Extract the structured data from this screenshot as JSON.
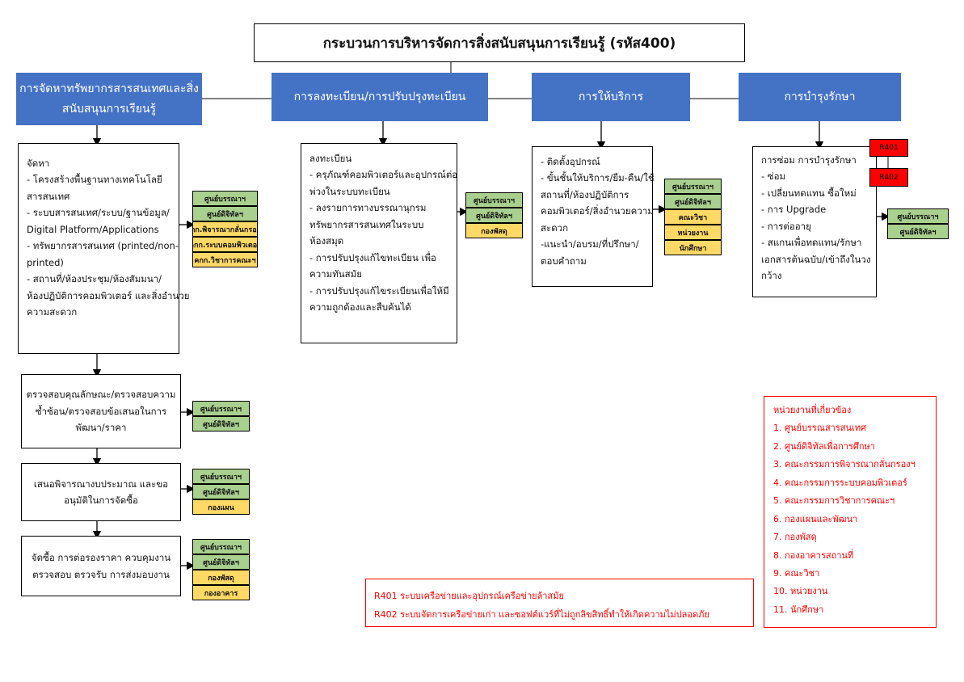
{
  "title": "กระบวนการบริหารจัดการสิ่งสนับสนุนการเรียนรู้ (รหัส400)",
  "headers": [
    {
      "lines": [
        "การจัดหาทรัพยากรสารสนเทศและสิ่ง",
        "สนับสนุนการเรียนรู้"
      ]
    },
    {
      "lines": [
        "การลงทะเบียน/การปรับปรุงทะเบียน"
      ]
    },
    {
      "lines": [
        "การให้บริการ"
      ]
    },
    {
      "lines": [
        "การบำรุงรักษา"
      ]
    }
  ],
  "procure_box": {
    "lines": [
      "จัดหา",
      "- โครงสร้างพื้นฐานทางเทคโนโลยี",
      "สารสนเทศ",
      "- ระบบสารสนเทศ/ระบบ/ฐานข้อมูล/",
      "Digital Platform/Applications",
      "- ทรัพยากรสารสนเทศ (printed/non-",
      "printed)",
      "- สถานที่/ห้องประชุม/ห้องสัมมนา/",
      "ห้องปฏิบัติการคอมพิวเตอร์ และสิ่งอำนวย",
      "ความสะดวก"
    ],
    "tags": [
      {
        "text": "ศูนย์บรรณาฯ",
        "color": "green"
      },
      {
        "text": "ศูนย์ดิจิทัลฯ",
        "color": "green"
      },
      {
        "text": "คกก.พิจารณากลั่นกรองฯ",
        "color": "yellow"
      },
      {
        "text": "คกก.ระบบคอมพิวเตอร์",
        "color": "yellow"
      },
      {
        "text": "คกก.วิชาการคณะฯ",
        "color": "yellow"
      }
    ]
  },
  "check_box": {
    "lines": [
      "ตรวจสอบคุณลักษณะ/ตรวจสอบความ",
      "ซ้ำซ้อน/ตรวจสอบข้อเสนอในการ",
      "พัฒนา/ราคา"
    ],
    "tags": [
      {
        "text": "ศูนย์บรรณาฯ",
        "color": "green"
      },
      {
        "text": "ศูนย์ดิจิทัลฯ",
        "color": "green"
      }
    ]
  },
  "budget_box": {
    "lines": [
      "เสนอพิจารณางบประมาณ และขอ",
      "อนุมัติในการจัดซื้อ"
    ],
    "tags": [
      {
        "text": "ศูนย์บรรณาฯ",
        "color": "green"
      },
      {
        "text": "ศูนย์ดิจิทัลฯ",
        "color": "green"
      },
      {
        "text": "กองแผน",
        "color": "yellow"
      }
    ]
  },
  "purchase_box": {
    "lines": [
      "จัดซื้อ การต่อรองราคา ควบคุมงาน",
      "ตรวจสอบ ตรวจรับ การส่งมอบงาน"
    ],
    "tags": [
      {
        "text": "ศูนย์บรรณาฯ",
        "color": "green"
      },
      {
        "text": "ศูนย์ดิจิทัลฯ",
        "color": "green"
      },
      {
        "text": "กองพัสดุ",
        "color": "yellow"
      },
      {
        "text": "กองอาคาร",
        "color": "yellow"
      }
    ]
  },
  "register_box": {
    "lines": [
      "ลงทะเบียน",
      "- ครุภัณฑ์คอมพิวเตอร์และอุปกรณ์ต่อ",
      "พ่วงในระบบทะเบียน",
      "- ลงรายการทางบรรณานุกรม",
      "ทรัพยากรสารสนเทศในระบบ",
      "ห้องสมุด",
      "- การปรับปรุงแก้ไขทะเบียน เพื่อ",
      "ความทันสมัย",
      "- การปรับปรุงแก้ไขระเบียนเพื่อให้มี",
      "ความถูกต้องและสืบค้นได้"
    ],
    "tags": [
      {
        "text": "ศูนย์บรรณาฯ",
        "color": "green"
      },
      {
        "text": "ศูนย์ดิจิทัลฯ",
        "color": "green"
      },
      {
        "text": "กองพัสดุ",
        "color": "yellow"
      }
    ]
  },
  "service_box": {
    "lines": [
      "- ติดตั้งอุปกรณ์",
      "- ขั้นชั้นให้บริการ/ยืม-คืน/ใช้",
      "สถานที่/ห้องปฏิบัติการ",
      "คอมพิวเตอร์/สิ่งอำนวยความ",
      "สะดวก",
      "-แนะนำ/อบรม/ที่ปรึกษา/",
      "ตอบคำถาม"
    ],
    "tags": [
      {
        "text": "ศูนย์บรรณาฯ",
        "color": "green"
      },
      {
        "text": "ศูนย์ดิจิทัลฯ",
        "color": "green"
      },
      {
        "text": "คณะวิชา",
        "color": "yellow"
      },
      {
        "text": "หน่วยงาน",
        "color": "yellow"
      },
      {
        "text": "นักศึกษา",
        "color": "yellow"
      }
    ]
  },
  "maint_box": {
    "lines": [
      "การซ่อม การบำรุงรักษา",
      "- ซ่อม",
      "- เปลี่ยนทดแทน ซื้อใหม่",
      "- การ Upgrade",
      "- การต่ออายุ",
      "- สแกนเพื่อทดแทน/รักษา",
      "เอกสารต้นฉบับ/เข้าถึงในวง",
      "กว้าง"
    ],
    "tags": [
      {
        "text": "ศูนย์บรรณาฯ",
        "color": "green"
      },
      {
        "text": "ศูนย์ดิจิทัลฯ",
        "color": "green"
      }
    ],
    "risks": [
      "R401",
      "R402"
    ]
  },
  "risk_legend": [
    "R401 ระบบเครือข่ายและอุปกรณ์เครือข่ายล้าสมัย",
    "R402 ระบบจัดการเครือข่ายเก่า และซอฟต์แวร์ที่ไม่ถูกลิขสิทธิ์ทำให้เกิดความไม่ปลอดภัย"
  ],
  "agencies": {
    "title": "หน่วยงานที่เกี่ยวข้อง",
    "items": [
      "1. ศูนย์บรรณสารสนเทศ",
      "2. ศูนย์ดิจิทัลเพื่อการศึกษา",
      "3. คณะกรรมการพิจารณากลั่นกรองฯ",
      "4. คณะกรรมการระบบคอมพิวเตอร์",
      "5. คณะกรรมการวิชาการคณะฯ",
      "6. กองแผนและพัฒนา",
      "7. กองพัสดุ",
      "8. กองอาคารสถานที่",
      "9. คณะวิชา",
      "10. หน่วยงาน",
      "11. นักศึกษา"
    ]
  },
  "colors": {
    "header_blue": "#4472c4",
    "tag_green": "#a9d08e",
    "tag_yellow": "#ffd966",
    "risk_red": "#ff0000",
    "legend_red": "#ff0000"
  }
}
